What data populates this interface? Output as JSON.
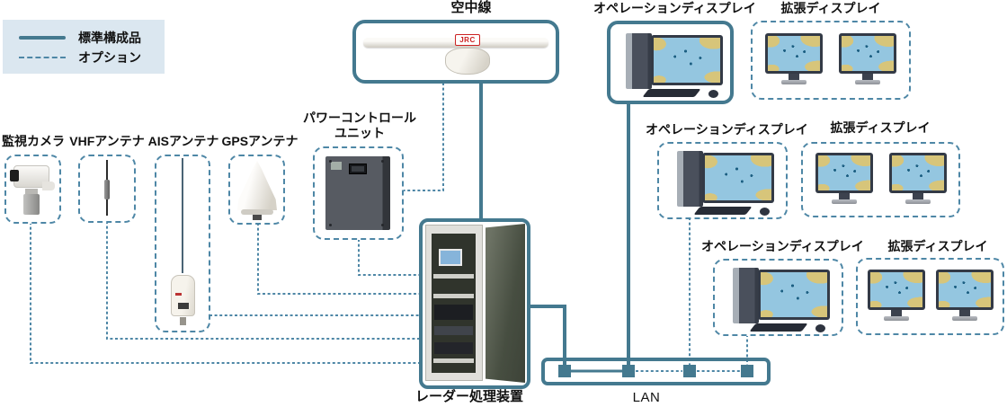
{
  "legend": {
    "standard_label": "標準構成品",
    "option_label": "オプション"
  },
  "components": {
    "antenna": {
      "label": "空中線",
      "brand": "JRC"
    },
    "surveillance_camera": {
      "label": "監視カメラ"
    },
    "vhf_antenna": {
      "label": "VHFアンテナ"
    },
    "ais_antenna": {
      "label": "AISアンテナ"
    },
    "gps_antenna": {
      "label": "GPSアンテナ"
    },
    "power_control_unit": {
      "label_line1": "パワーコントロール",
      "label_line2": "ユニット"
    },
    "radar_processor": {
      "label": "レーダー処理装置"
    },
    "lan": {
      "label": "LAN"
    },
    "operation_display": {
      "label": "オペレーションディスプレイ"
    },
    "extended_display": {
      "label": "拡張ディスプレイ"
    }
  },
  "colors": {
    "standard_line": "#44798f",
    "option_line": "#4e87a6",
    "legend_background": "#dbe7f0",
    "sea": "#94c6e0",
    "land": "#d7c57a"
  }
}
